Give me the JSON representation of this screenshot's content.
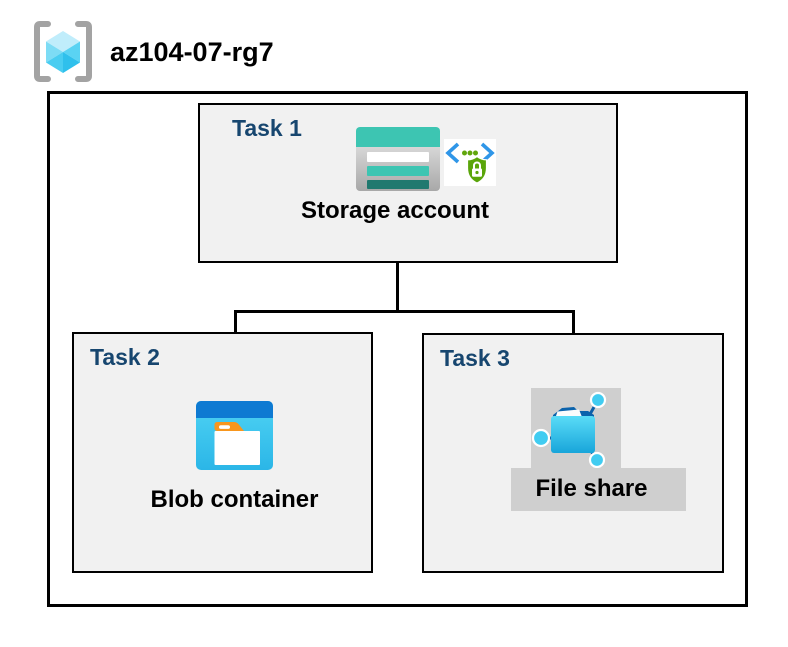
{
  "header": {
    "resource_group_name": "az104-07-rg7",
    "icon": "resource-group-icon"
  },
  "diagram": {
    "task1": {
      "label": "Task 1",
      "resource": "Storage account",
      "icons": [
        "storage-account-icon",
        "secure-endpoint-icon"
      ]
    },
    "task2": {
      "label": "Task 2",
      "resource": "Blob container",
      "icons": [
        "blob-container-icon"
      ]
    },
    "task3": {
      "label": "Task 3",
      "resource": "File share",
      "icons": [
        "file-share-icon"
      ]
    },
    "connections": [
      {
        "from": "Storage account",
        "to": "Blob container"
      },
      {
        "from": "Storage account",
        "to": "File share"
      }
    ]
  },
  "colors": {
    "task_label_navy": "#17466f",
    "box_fill_gray": "#f1f1f1",
    "border_black": "#000000",
    "storage_teal": "#3dc5b2",
    "storage_teal_dark": "#20796f",
    "blob_bar_blue": "#0e7ad2",
    "blob_body_cyan": "#3ec9f0",
    "folder_tab_orange": "#f8961d",
    "fileshare_folder_blue": "#29b4e6",
    "fileshare_node_cyan": "#41ccf1",
    "fileshare_link_blue": "#0b5fa9",
    "shield_green": "#5aa50a",
    "code_bracket_blue": "#2f96e8",
    "highlight_gray": "#cfcfcf",
    "rg_cube_cyan": "#4fcdf1",
    "rg_bracket_gray": "#a3a3a3"
  }
}
